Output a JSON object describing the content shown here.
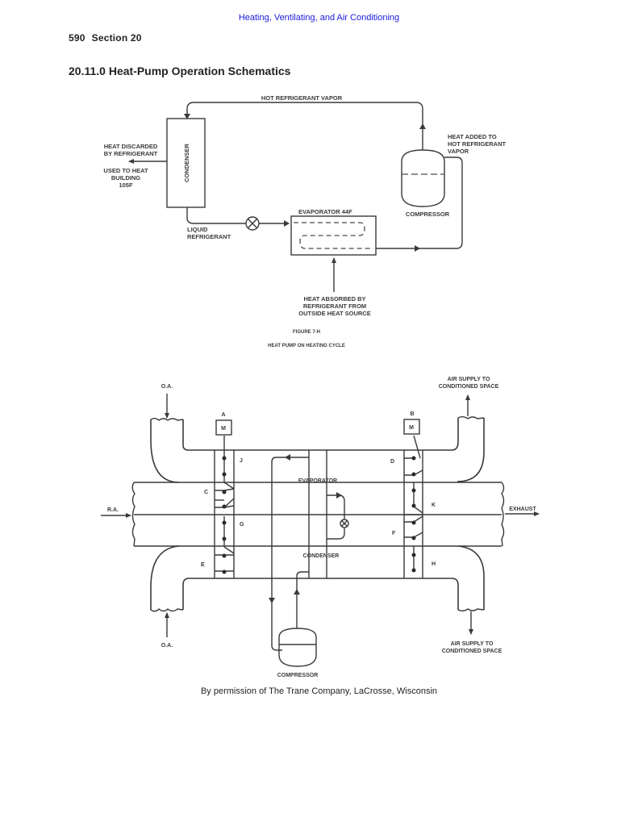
{
  "running_head": "Heating, Ventilating, and Air Conditioning",
  "page": {
    "number": "590",
    "section": "Section 20"
  },
  "section_title": "20.11.0 Heat-Pump Operation Schematics",
  "figure1": {
    "top_pipe_label": "HOT REFRIGERANT VAPOR",
    "condenser": "CONDENSER",
    "heat_discarded": [
      "HEAT DISCARDED",
      "BY REFRIGERANT"
    ],
    "used_to_heat": [
      "USED TO HEAT",
      "BUILDING",
      "105F"
    ],
    "heat_added": [
      "HEAT ADDED TO",
      "HOT REFRIGERANT",
      "VAPOR"
    ],
    "compressor": "COMPRESSOR",
    "evaporator": "EVAPORATOR  44F",
    "liquid_refrigerant": [
      "LIQUID",
      "REFRIGERANT"
    ],
    "heat_absorbed": [
      "HEAT ABSORBED BY",
      "REFRIGERANT FROM",
      "OUTSIDE HEAT SOURCE"
    ],
    "figure_number": "FIGURE 7-H",
    "figure_title": "HEAT PUMP ON HEATING CYCLE"
  },
  "figure2": {
    "oa_top": "O.A.",
    "oa_bottom": "O.A.",
    "ra": "R.A.",
    "exhaust": "EXHAUST",
    "supply_top": [
      "AIR SUPPLY TO",
      "CONDITIONED SPACE"
    ],
    "supply_bottom": [
      "AIR SUPPLY TO",
      "CONDITIONED SPACE"
    ],
    "motor_a_label": "A",
    "motor_b_label": "B",
    "motor_glyph": "M",
    "dampers": {
      "j": "J",
      "c": "C",
      "g": "G",
      "e": "E",
      "d": "D",
      "k": "K",
      "f": "F",
      "h": "H"
    },
    "evaporator": "EVAPORATOR",
    "condenser": "CONDENSER",
    "compressor": "COMPRESSOR"
  },
  "caption": "By permission of The Trane Company, LaCrosse, Wisconsin"
}
